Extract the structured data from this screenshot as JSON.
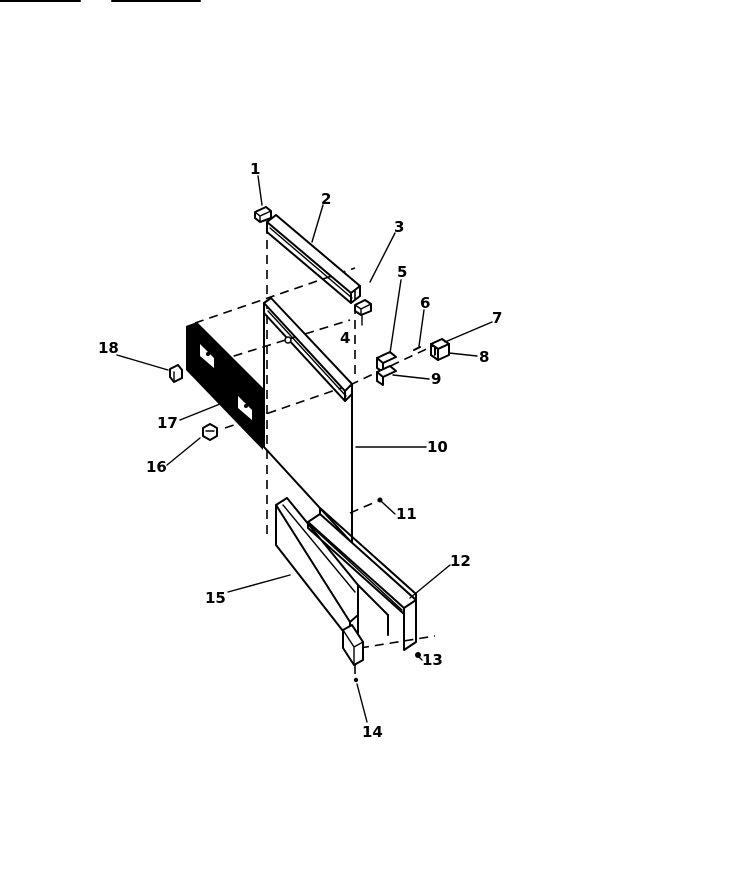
{
  "callouts": [
    {
      "id": "1",
      "text": "1"
    },
    {
      "id": "2",
      "text": "2"
    },
    {
      "id": "3",
      "text": "3"
    },
    {
      "id": "4",
      "text": "4"
    },
    {
      "id": "5",
      "text": "5"
    },
    {
      "id": "6",
      "text": "6"
    },
    {
      "id": "7",
      "text": "7"
    },
    {
      "id": "8",
      "text": "8"
    },
    {
      "id": "9",
      "text": "9"
    },
    {
      "id": "10",
      "text": "10"
    },
    {
      "id": "11",
      "text": "11"
    },
    {
      "id": "12",
      "text": "12"
    },
    {
      "id": "13",
      "text": "13"
    },
    {
      "id": "14",
      "text": "14"
    },
    {
      "id": "15",
      "text": "15"
    },
    {
      "id": "16",
      "text": "16"
    },
    {
      "id": "17",
      "text": "17"
    },
    {
      "id": "18",
      "text": "18"
    }
  ],
  "colors": {
    "ink": "#000000",
    "paper": "#ffffff"
  }
}
